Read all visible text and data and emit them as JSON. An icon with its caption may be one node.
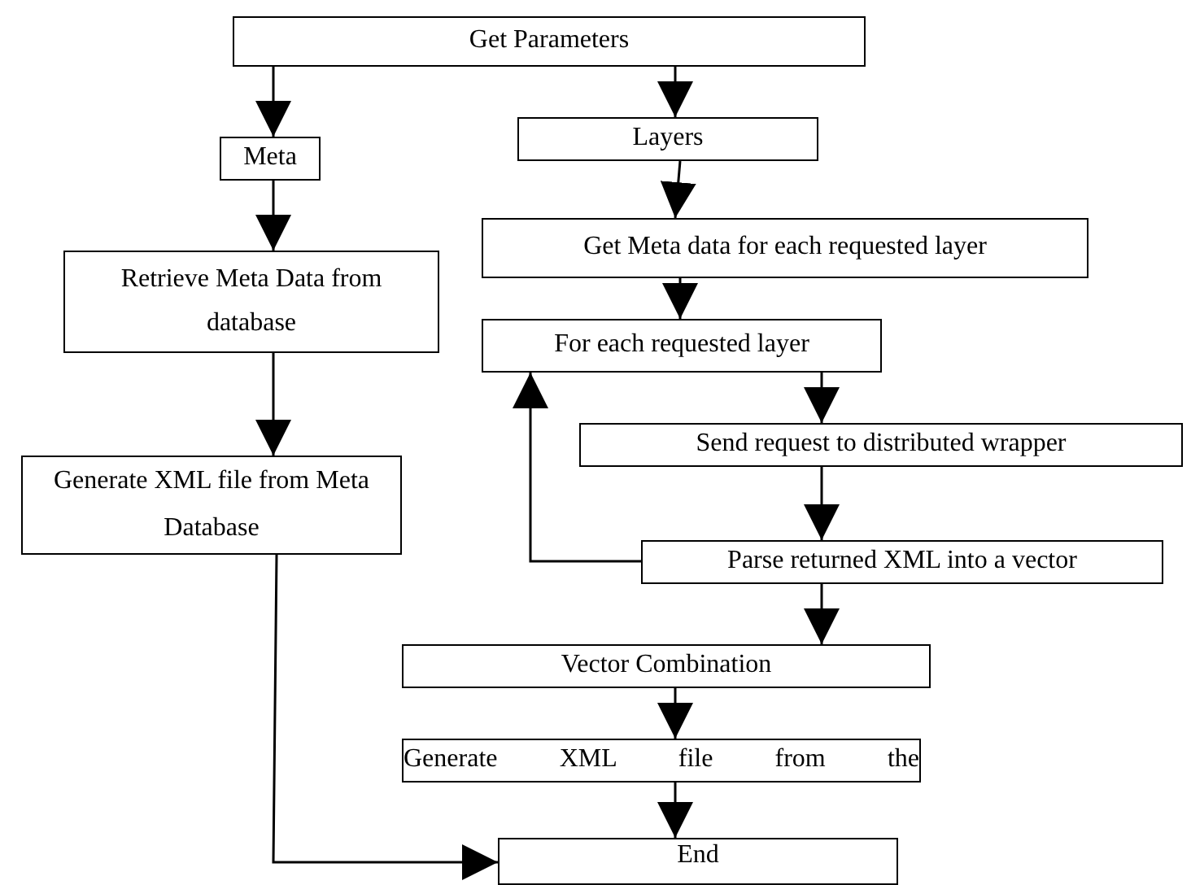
{
  "diagram": {
    "nodes": [
      {
        "text": [
          "Get Parameters"
        ]
      },
      {
        "text": [
          "Meta"
        ]
      },
      {
        "text": [
          "Layers"
        ]
      },
      {
        "text": [
          "Retrieve Meta Data from database"
        ]
      },
      {
        "text": [
          "Get Meta data for each requested layer"
        ]
      },
      {
        "text": [
          "For each requested layer"
        ]
      },
      {
        "text": [
          "Generate XML file from Meta Database"
        ]
      },
      {
        "text": [
          "Send request to distributed wrapper"
        ]
      },
      {
        "text": [
          "Parse returned XML into a vector"
        ]
      },
      {
        "text": [
          "Vector Combination"
        ]
      },
      {
        "text": [
          "Generate XML file from the"
        ]
      },
      {
        "text": [
          "End"
        ]
      }
    ],
    "edges": [
      {
        "from": 0,
        "to": 1,
        "arrow": "to"
      },
      {
        "from": 0,
        "to": 2,
        "arrow": "to"
      },
      {
        "from": 2,
        "to": 4,
        "arrow": "to"
      },
      {
        "from": 1,
        "to": 3,
        "arrow": "to"
      },
      {
        "from": 4,
        "to": 5,
        "arrow": "to"
      },
      {
        "from": 3,
        "to": 6,
        "arrow": "to"
      },
      {
        "from": 5,
        "to": 7,
        "arrow": "to"
      },
      {
        "from": 7,
        "to": 8,
        "arrow": "to"
      },
      {
        "from": 8,
        "to": 5,
        "arrow": "to"
      },
      {
        "from": 8,
        "to": 9,
        "arrow": "to"
      },
      {
        "from": 9,
        "to": 10,
        "arrow": "to"
      },
      {
        "from": 10,
        "to": 11,
        "arrow": "to"
      },
      {
        "from": 6,
        "to": 11,
        "arrow": "to"
      }
    ]
  }
}
